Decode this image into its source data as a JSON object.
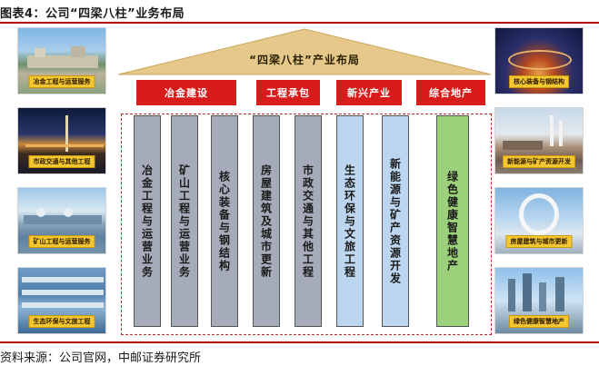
{
  "figure": {
    "title": "图表4：公司“四梁八柱”业务布局",
    "source": "资料来源：公司官网，中邮证券研究所"
  },
  "diagram": {
    "roof_title": "“四梁八柱”产业布局",
    "beams": [
      "冶金建设",
      "工程承包",
      "新兴产业",
      "综合地产"
    ],
    "pillars": [
      {
        "label": "冶金工程与运营业务",
        "color": "#a5abb8"
      },
      {
        "label": "矿山工程与运营业务",
        "color": "#a5abb8"
      },
      {
        "label": "核心装备与钢结构",
        "color": "#a5abb8"
      },
      {
        "label": "房屋建筑及城市更新",
        "color": "#a5abb8"
      },
      {
        "label": "市政交通与其他工程",
        "color": "#a5abb8"
      },
      {
        "label": "生态环保与文旅工程",
        "color": "#bcd6ef"
      },
      {
        "label": "新能源与矿产资源开发",
        "color": "#bcd6ef"
      },
      {
        "label": "绿色健康智慧地产",
        "color": "#9dd07a"
      }
    ]
  },
  "photos": {
    "left": [
      {
        "caption": "冶金工程与运营服务"
      },
      {
        "caption": "市政交通与其他工程"
      },
      {
        "caption": "矿山工程与运营服务"
      },
      {
        "caption": "生态环保与文旅工程"
      }
    ],
    "right": [
      {
        "caption": "核心装备与钢结构"
      },
      {
        "caption": "新能源与矿产资源开发"
      },
      {
        "caption": "房屋建筑与城市更新"
      },
      {
        "caption": "绿色健康智慧地产"
      }
    ]
  },
  "colors": {
    "rule": "#b40000",
    "beam": "#d81c1c",
    "roof": "#e6c98a",
    "frame": "#c2272d"
  }
}
